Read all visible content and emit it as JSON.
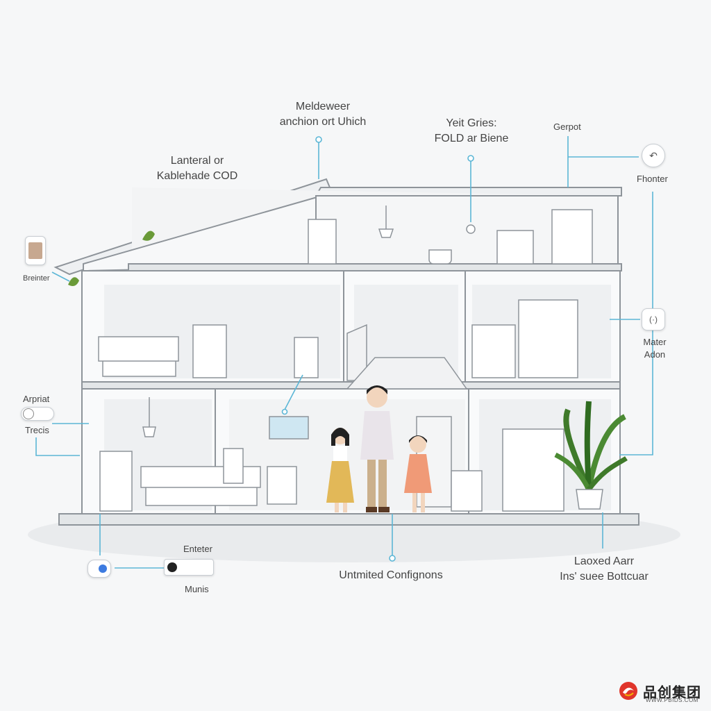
{
  "labels": {
    "top_center_1": "Meldeweer",
    "top_center_2": "anchion ort Uhich",
    "top_mid_1": "Yeit Gries:",
    "top_mid_2": "FOLD ar Biene",
    "top_right": "Gerpot",
    "left_top_1": "Lanteral or",
    "left_top_2": "Kablehade COD",
    "right_upper": "Fhonter",
    "left_device": "Breinter",
    "right_mid_1": "Mater",
    "right_mid_2": "Adon",
    "left_mid_1": "Arpriat",
    "left_mid_2": "Trecis",
    "bottom_left_1": "Enteter",
    "bottom_left_2": "Munis",
    "bottom_center": "Untmited Confignons",
    "bottom_right_1": "Laoxed Aarr",
    "bottom_right_2": "Ins' suee Bottcuar"
  },
  "logo": {
    "text": "品创集团",
    "sub": "WWW.PBIDS.COM"
  },
  "colors": {
    "connector": "#5bb6d6",
    "wall": "#dfe2e5",
    "outline": "#9aa0a6",
    "accent_red": "#e0352b"
  }
}
